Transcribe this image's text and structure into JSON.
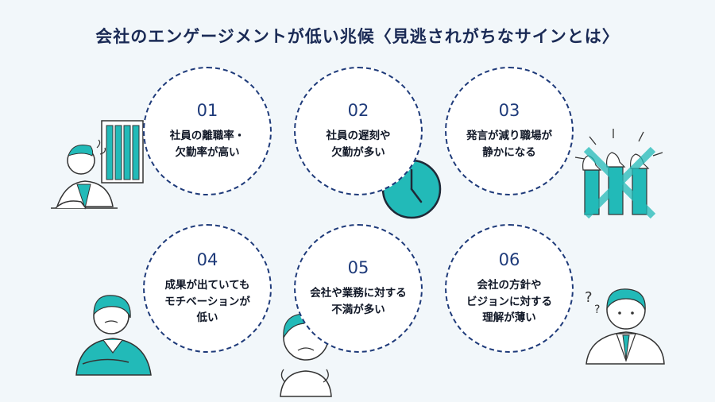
{
  "title": "会社のエンゲージメントが低い兆候〈見逃されがちなサインとは〉",
  "signs": [
    {
      "num": "01",
      "label": "社員の離職率・\n欠勤率が高い"
    },
    {
      "num": "02",
      "label": "社員の遅刻や\n欠勤が多い"
    },
    {
      "num": "03",
      "label": "発言が減り職場が\n静かになる"
    },
    {
      "num": "04",
      "label": "成果が出ていても\nモチベーションが\n低い"
    },
    {
      "num": "05",
      "label": "会社や業務に対する\n不満が多い"
    },
    {
      "num": "06",
      "label": "会社の方針や\nビジョンに対する\n理解が薄い"
    }
  ],
  "colors": {
    "accent": "#22bab8",
    "navy": "#1f3b7a",
    "title": "#1a2a55"
  }
}
